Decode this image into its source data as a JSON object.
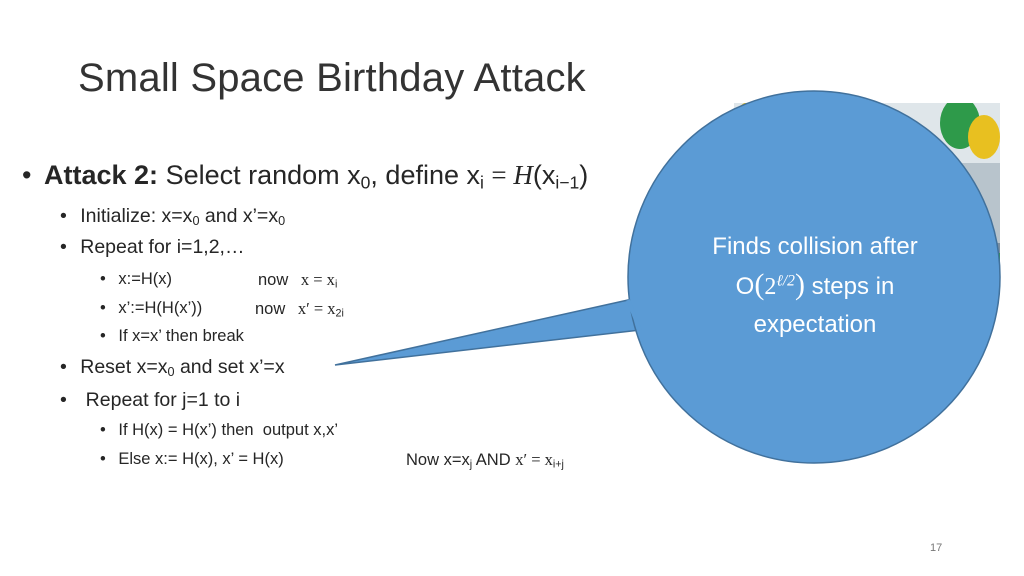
{
  "slide": {
    "title": "Small Space Birthday Attack",
    "page_number": "17",
    "colors": {
      "callout_fill": "#5b9bd5",
      "callout_stroke": "#41719c",
      "text": "#262626"
    }
  },
  "attack": {
    "bold_label": "Attack 2:",
    "text": "Select random x",
    "sub0": "0",
    "text2": ", define x",
    "sub_i": "i",
    "eq": "= ",
    "func": "H",
    "paren_open": "(x",
    "sub_im1": "i−1",
    "paren_close": ")"
  },
  "init": {
    "text": "Initialize: x=x",
    "sub": "0",
    "text2": " and x’=x",
    "sub2": "0"
  },
  "repeat1": {
    "text": "Repeat for i=1,2,…"
  },
  "step_a": {
    "code": "x:=H(x)",
    "now": "now",
    "var": "x",
    "eq": " = x",
    "sub": "i"
  },
  "step_b": {
    "code": "x’:=H(H(x’))",
    "now": "now",
    "var": "x′",
    "eq": " = x",
    "sub": "2i"
  },
  "step_c": {
    "code": "If x=x’ then break"
  },
  "reset": {
    "text": "Reset  x=x",
    "sub": "0",
    "text2": " and set x’=x"
  },
  "repeat2": {
    "text": " Repeat for j=1 to i"
  },
  "step_d": {
    "code": "If H(x) = H(x’) then  output x,x’"
  },
  "step_e": {
    "code": "Else x:= H(x), x’ = H(x)",
    "now": "Now x=x",
    "sub_j": "j",
    "and": " AND ",
    "var": "x′",
    "eq": " = x",
    "sub_ij": "i+j"
  },
  "callout": {
    "line1": "Finds collision after",
    "o": "O",
    "lp": "(",
    "base": "2",
    "exp": "ℓ/2",
    "rp": ")",
    "line2_rest": " steps in",
    "line3": "expectation"
  },
  "photo": {
    "subject": "party-photo"
  }
}
